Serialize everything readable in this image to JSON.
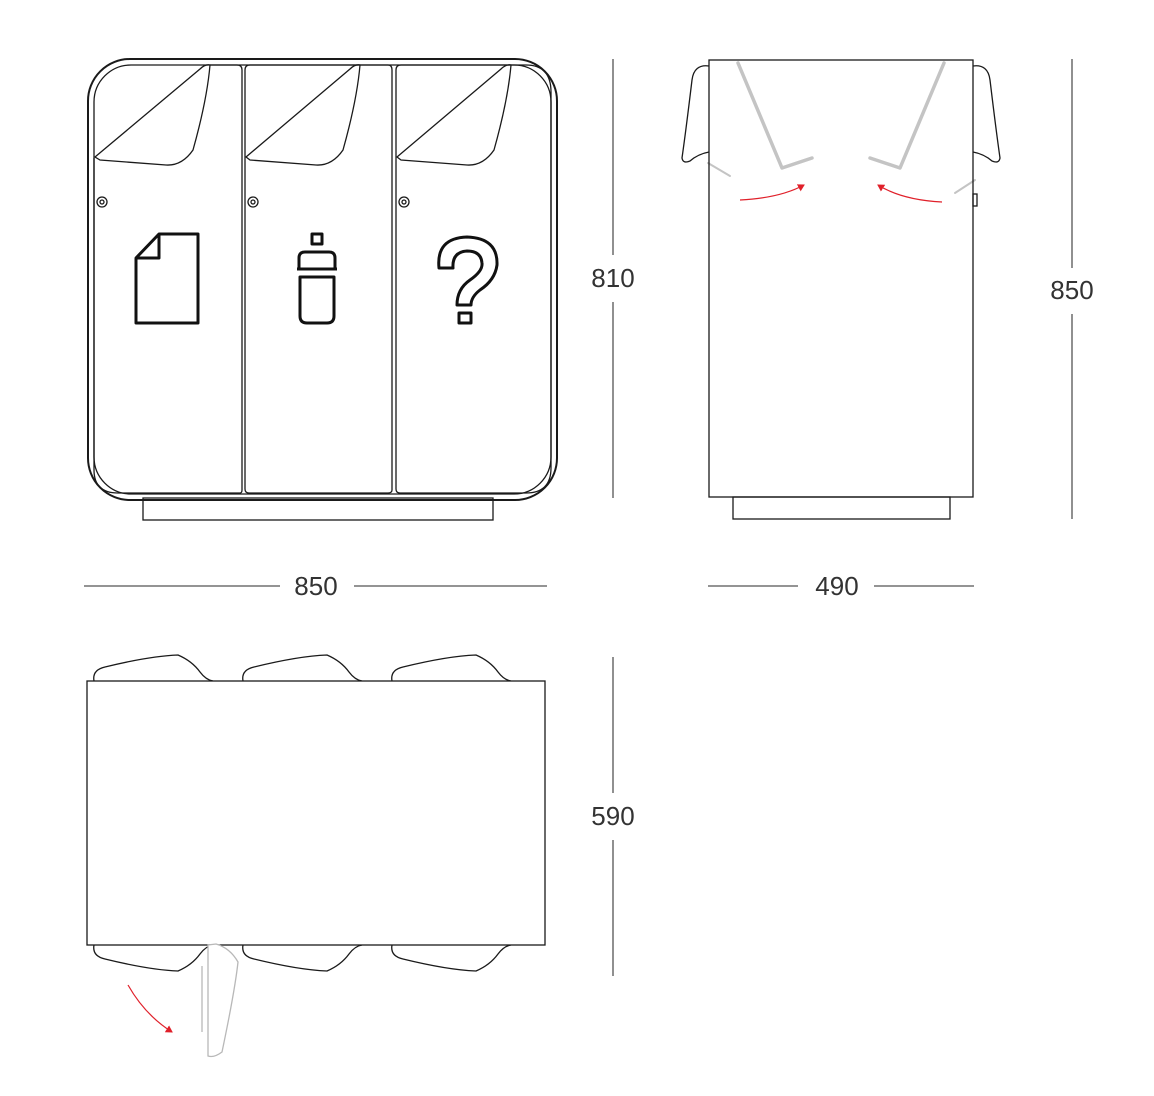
{
  "dimensions": {
    "front_width": "850",
    "front_height": "810",
    "side_depth": "490",
    "side_height": "850",
    "top_depth": "590"
  },
  "compartment_icons": [
    "document-icon",
    "bottle-icon",
    "question-mark-icon"
  ],
  "colors": {
    "outline": "#1a1a1a",
    "dimension_text": "#333333",
    "open_lid": "#c4c4c4",
    "motion_arrow": "#e0202a"
  }
}
